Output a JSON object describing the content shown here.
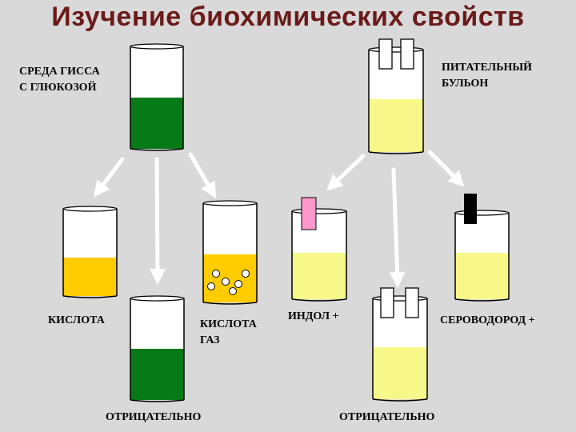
{
  "title": "Изучение биохимических свойств",
  "colors": {
    "background": "#d9d9d9",
    "title": "#6b1a1a",
    "green_medium": "#067a17",
    "acid_yellow": "#ffcc00",
    "broth_yellow": "#f8f88a",
    "indole_pink": "#ff99cc",
    "h2s_black": "#000000"
  },
  "labels": {
    "giss_medium": "СРЕДА ГИССА\nС ГЛЮКОЗОЙ",
    "broth": "ПИТАТЕЛЬНЫЙ\nБУЛЬОН",
    "acid": "КИСЛОТА",
    "acid_gas": "КИСЛОТА\nГАЗ",
    "negative_left": "ОТРИЦАТЕЛЬНО",
    "indole": "ИНДОЛ +",
    "h2s": "СЕРОВОДОРОД +",
    "negative_right": "ОТРИЦАТЕЛЬНО"
  }
}
